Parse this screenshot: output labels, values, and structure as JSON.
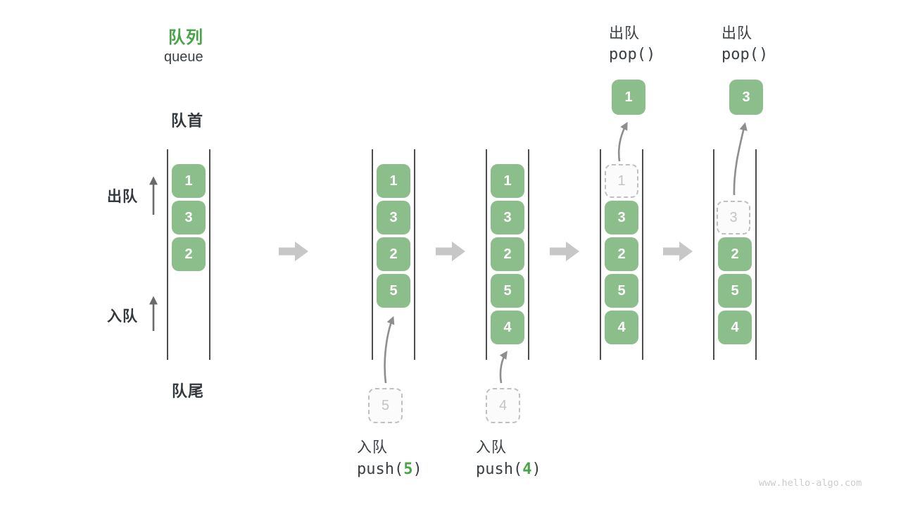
{
  "title": {
    "zh": "队列",
    "en": "queue"
  },
  "labels": {
    "front": "队首",
    "rear": "队尾",
    "dequeue_side": "出队",
    "enqueue_side": "入队"
  },
  "colors": {
    "cell_green": "#8cbe8c",
    "accent_green": "#47a447",
    "text_dark": "#3a3f44",
    "flow_arrow_gray": "#c7c7c7",
    "path_arrow_gray": "#8e8e8e",
    "ghost_gray": "#c4c4c4"
  },
  "queues": [
    {
      "cells": [
        "1",
        "3",
        "2"
      ]
    },
    {
      "cells": [
        "1",
        "3",
        "2",
        "5"
      ]
    },
    {
      "cells": [
        "1",
        "3",
        "2",
        "5",
        "4"
      ]
    },
    {
      "cells": [
        "1",
        "3",
        "2",
        "5",
        "4"
      ]
    },
    {
      "cells": [
        "3",
        "2",
        "5",
        "4"
      ]
    }
  ],
  "staging": [
    "5",
    "4"
  ],
  "popped": [
    "1",
    "3"
  ],
  "operations": {
    "q2_push": {
      "action": "入队",
      "fn": "push(",
      "arg": "5",
      "close": ")"
    },
    "q3_push": {
      "action": "入队",
      "fn": "push(",
      "arg": "4",
      "close": ")"
    },
    "q4_pop": {
      "action": "出队",
      "code": "pop()"
    },
    "q5_pop": {
      "action": "出队",
      "code": "pop()"
    }
  },
  "watermark": "www.hello-algo.com"
}
